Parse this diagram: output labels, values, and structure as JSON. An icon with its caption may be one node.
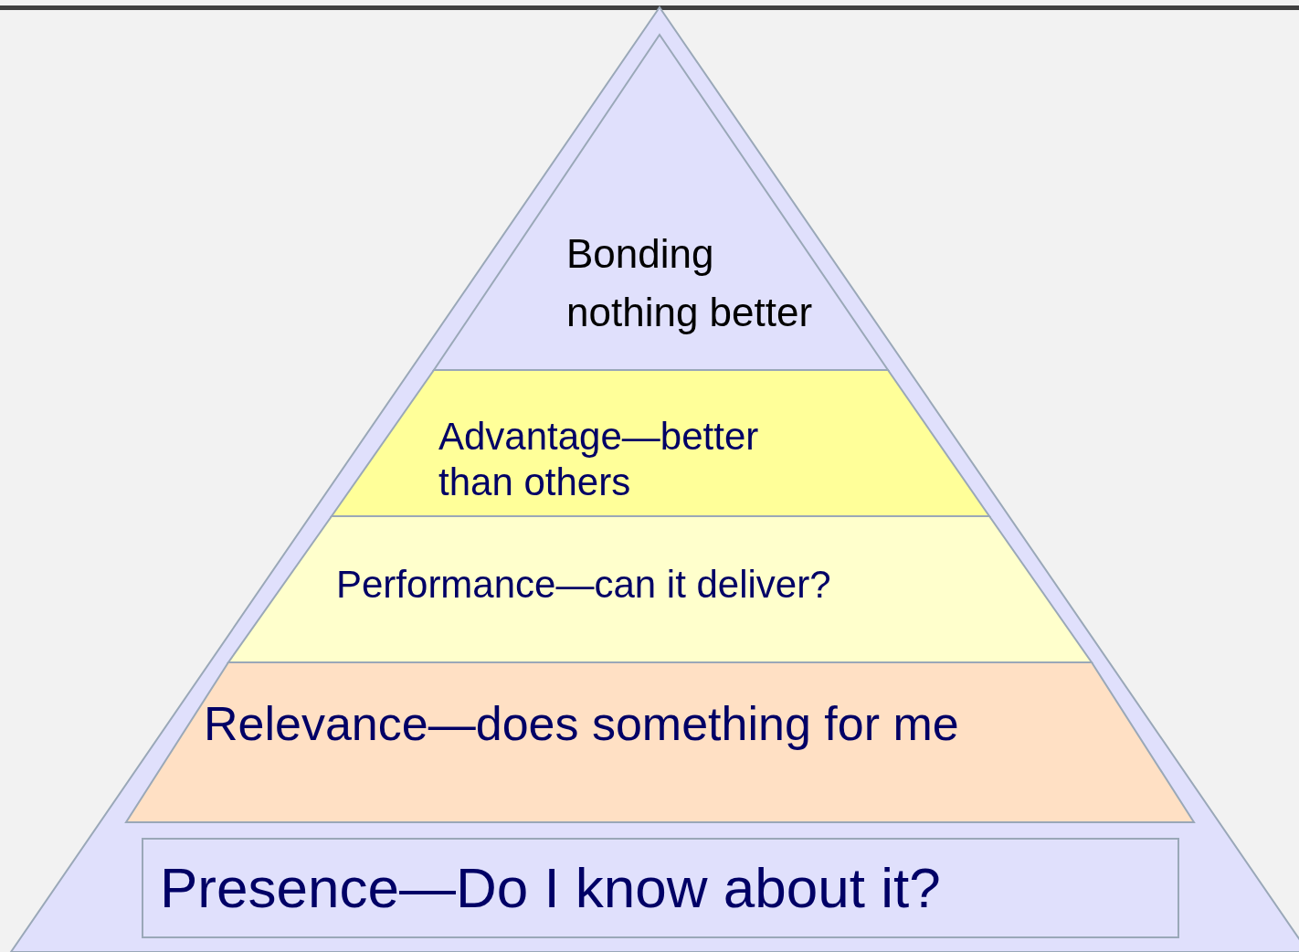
{
  "diagram": {
    "nodes": [
      {
        "text": [],
        "shape": "triangle"
      },
      {
        "text": [
          "Bonding",
          "nothing better"
        ],
        "in": 0
      },
      {
        "text": [
          "Advantage—better than others"
        ],
        "in": 0
      },
      {
        "text": [
          "Performance—can it deliver?"
        ],
        "in": 0
      },
      {
        "text": [
          "Relevance—does something for me"
        ],
        "in": 0
      },
      {
        "text": [
          "Presence—Do I know about it?"
        ],
        "in": 0
      }
    ]
  }
}
